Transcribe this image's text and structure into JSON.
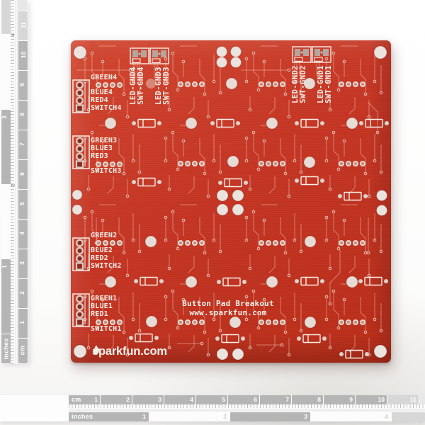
{
  "board": {
    "title_line1": "Button Pad Breakout",
    "title_line2": "www.sparkfun.com",
    "logo_text": "sparkfun.com",
    "left_connectors": [
      {
        "labels": [
          "GREEN4",
          "BLUE4",
          "RED4",
          "SWITCH4"
        ]
      },
      {
        "labels": [
          "GREEN3",
          "BLUE3",
          "RED3",
          "SWITCH3"
        ]
      },
      {
        "labels": [
          "GREEN2",
          "BLUE2",
          "RED2",
          "SWITCH2"
        ]
      },
      {
        "labels": [
          "GREEN1",
          "BLUE1",
          "RED1",
          "SWITCH1"
        ]
      }
    ],
    "top_connectors": [
      {
        "labels": [
          "LED-GND4",
          "SWT-GND4",
          "LED-GND3",
          "SWT-GND3"
        ]
      },
      {
        "labels": [
          "LED-GND2",
          "SWT-GND2",
          "LED-GND1",
          "SWT-GND1"
        ]
      }
    ],
    "colors": {
      "board_red": "#c43524",
      "silk_white": "#f8efe9",
      "hole_fill": "#eae3de",
      "pad_gray": "#b3a69e",
      "trace_pink": "rgba(246,203,190,0.5)"
    }
  },
  "rulers": {
    "cm_label": "cm",
    "inches_label": "inches",
    "cm_numbers": [
      1,
      2,
      3,
      4,
      5,
      6,
      7,
      8,
      9,
      10,
      11
    ],
    "inch_numbers": [
      1,
      2,
      3,
      4
    ],
    "tick_inch_numbers": [
      2,
      4
    ]
  }
}
